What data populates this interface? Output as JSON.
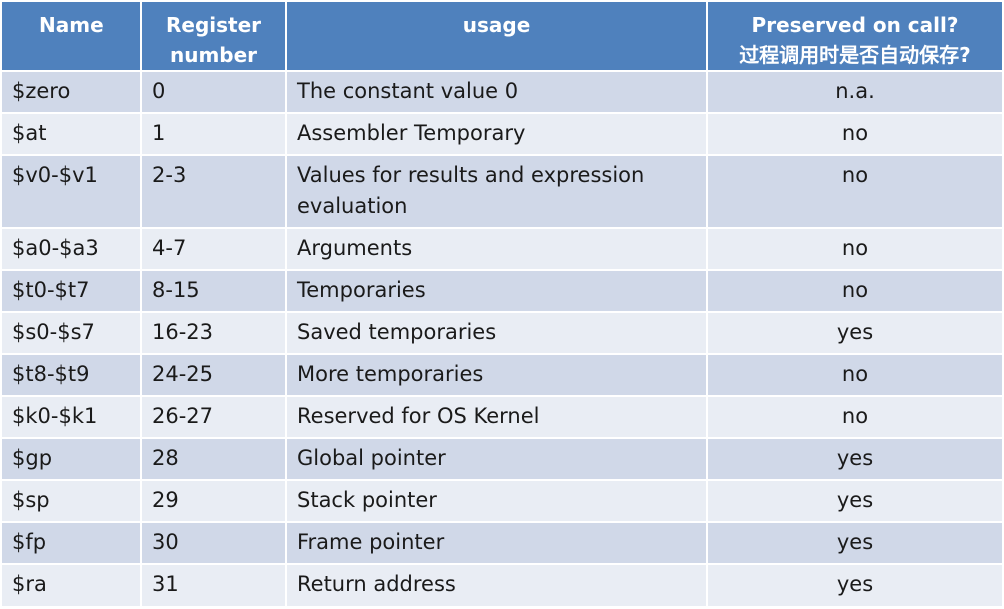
{
  "header": {
    "name": "Name",
    "register_number_line1": "Register",
    "register_number_line2": "number",
    "usage": "usage",
    "preserved_line1": "Preserved on call?",
    "preserved_line2": "过程调用时是否自动保存?"
  },
  "rows": [
    {
      "name": "$zero",
      "number": "0",
      "usage": "The constant value 0",
      "preserved": "n.a."
    },
    {
      "name": "$at",
      "number": "1",
      "usage": "Assembler Temporary",
      "preserved": "no"
    },
    {
      "name": "$v0-$v1",
      "number": "2-3",
      "usage": "Values for results and expression evaluation",
      "preserved": "no"
    },
    {
      "name": "$a0-$a3",
      "number": "4-7",
      "usage": "Arguments",
      "preserved": "no"
    },
    {
      "name": "$t0-$t7",
      "number": "8-15",
      "usage": "Temporaries",
      "preserved": "no"
    },
    {
      "name": "$s0-$s7",
      "number": "16-23",
      "usage": "Saved  temporaries",
      "preserved": "yes"
    },
    {
      "name": "$t8-$t9",
      "number": "24-25",
      "usage": "More temporaries",
      "preserved": "no"
    },
    {
      "name": "$k0-$k1",
      "number": "26-27",
      "usage": "Reserved for OS Kernel",
      "preserved": "no"
    },
    {
      "name": "$gp",
      "number": "28",
      "usage": "Global pointer",
      "preserved": "yes"
    },
    {
      "name": "$sp",
      "number": "29",
      "usage": "Stack pointer",
      "preserved": "yes"
    },
    {
      "name": "$fp",
      "number": "30",
      "usage": "Frame pointer",
      "preserved": "yes"
    },
    {
      "name": "$ra",
      "number": "31",
      "usage": "Return address",
      "preserved": "yes"
    }
  ],
  "colors": {
    "header_bg": "#4f81bd",
    "row_odd_bg": "#d0d8e8",
    "row_even_bg": "#e9edf4"
  }
}
